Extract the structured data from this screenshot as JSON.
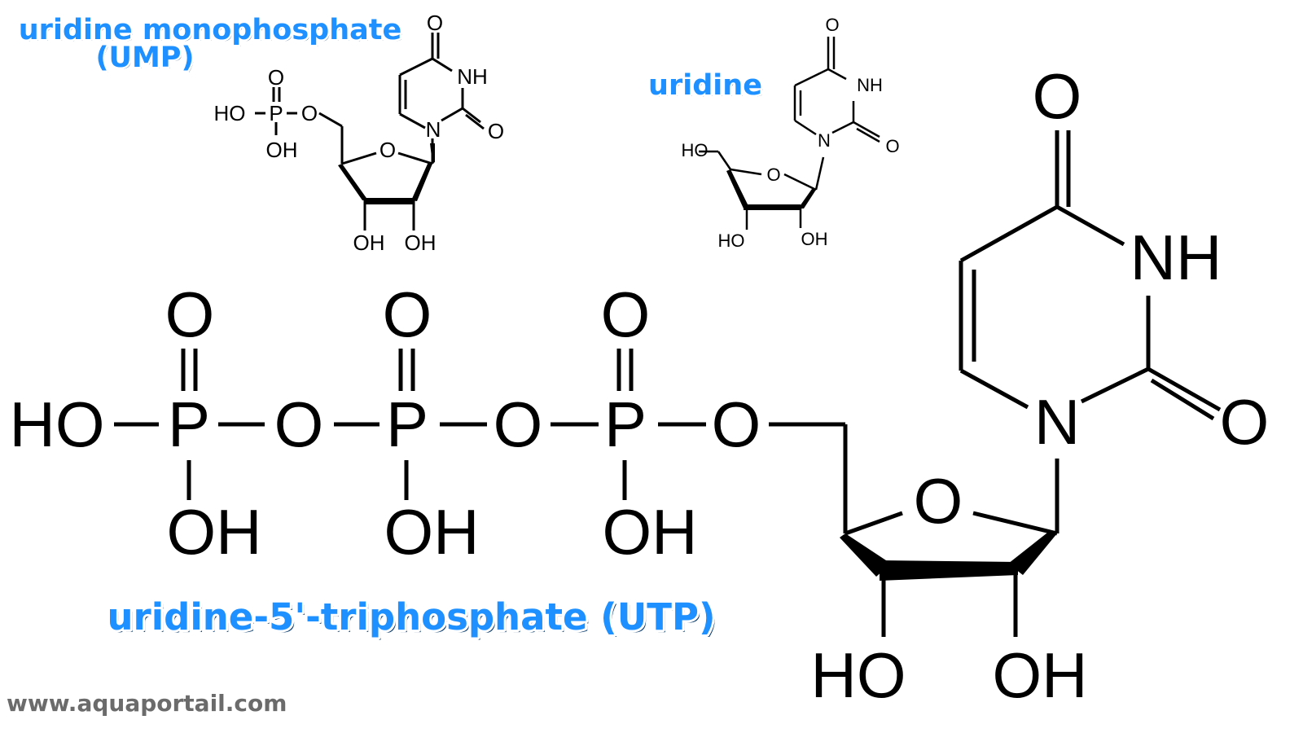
{
  "colors": {
    "caption_fill": "#1e90ff",
    "caption_shadow": "#0b3d6e",
    "watermark": "#6b6b6b",
    "structure": "#000000",
    "background": "#ffffff"
  },
  "captions": {
    "ump_line1": "uridine monophosphate",
    "ump_line2": "(UMP)",
    "uridine": "uridine",
    "utp": "uridine-5'-triphosphate (UTP)"
  },
  "watermark": "www.aquaportail.com",
  "ump": {
    "o_top": "O",
    "ho": "HO",
    "p": "P",
    "o_link": "O",
    "oh_p": "OH",
    "nh": "NH",
    "n": "N",
    "o_keto": "O",
    "o_carbonyl": "O",
    "o_ring": "O",
    "oh_3": "OH",
    "oh_2": "OH"
  },
  "uridine": {
    "o_top": "O",
    "nh": "NH",
    "n": "N",
    "o_carbonyl": "O",
    "ho_5": "HO",
    "o_ring": "O",
    "ho_3": "HO",
    "oh_2": "OH"
  },
  "utp": {
    "ho": "HO",
    "p1": "P",
    "o_link1": "O",
    "p2": "P",
    "o_link2": "O",
    "p3": "P",
    "o_link3": "O",
    "o_top1": "O",
    "o_top2": "O",
    "o_top3": "O",
    "oh1": "OH",
    "oh2": "OH",
    "oh3": "OH",
    "o_keto": "O",
    "nh": "NH",
    "n": "N",
    "o_carbonyl": "O",
    "o_ring": "O",
    "ho_3": "HO",
    "oh_2": "OH"
  }
}
